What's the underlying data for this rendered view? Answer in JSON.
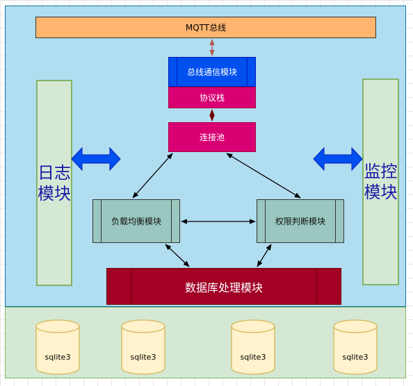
{
  "mqtt_bus": "MQTT总线",
  "bus_comm": "总线通信模块",
  "protocol_stack": "协议栈",
  "conn_pool": "连接池",
  "log_module": "日志\n模块",
  "monitor_module": "监控\n模块",
  "load_balance": "负载均衡模块",
  "permission": "权限判断模块",
  "db_module": "数据库处理模块",
  "databases": [
    "sqlite3",
    "sqlite3",
    "sqlite3",
    "sqlite3"
  ],
  "colors": {
    "panel_blue": "#b1ddf0",
    "panel_green": "#d5e8d4",
    "bus_orange": "#ffb570",
    "comm_blue": "#0050ef",
    "magenta": "#d80073",
    "process_teal": "#9ac7bf",
    "db_crimson": "#a20025",
    "arrow_blue": "#0050ef",
    "cylinder_fill": "#fff2cc"
  }
}
